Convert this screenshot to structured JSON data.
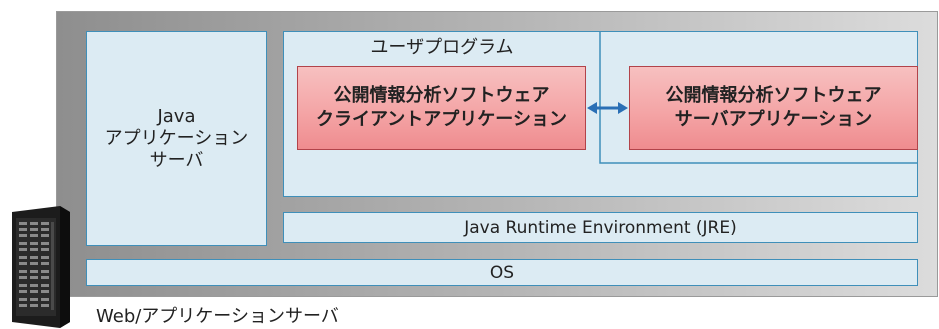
{
  "diagram": {
    "java_app_server": "Java\nアプリケーション\nサーバ",
    "user_program": "ユーザプログラム",
    "client_app": "公開情報分析ソフトウェア\nクライアントアプリケーション",
    "server_app": "公開情報分析ソフトウェア\nサーバアプリケーション",
    "jre": "Java Runtime Environment (JRE)",
    "os": "OS",
    "caption": "Web/アプリケーションサーバ"
  },
  "colors": {
    "layer_fill": "#dcebf3",
    "layer_border": "#3f8fb9",
    "app_fill": "#f4a5a6",
    "app_border": "#b2434a",
    "arrow": "#2a6fb5",
    "connector": "#3f8fb9"
  },
  "icons": {
    "server": "server-rack-icon"
  }
}
